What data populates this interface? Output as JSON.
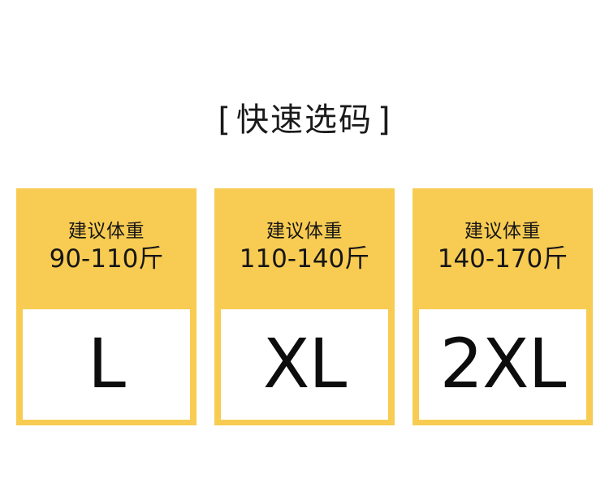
{
  "panel": {
    "title_open_bracket": "[",
    "title_text": "快速选码",
    "title_close_bracket": "]",
    "background_color": "#ffffff",
    "accent_color": "#f8cb52",
    "text_color": "#161616"
  },
  "cards": [
    {
      "weight_label": "建议体重",
      "weight_range": "90-110斤",
      "size": "L"
    },
    {
      "weight_label": "建议体重",
      "weight_range": "110-140斤",
      "size": "XL"
    },
    {
      "weight_label": "建议体重",
      "weight_range": "140-170斤",
      "size": "2XL"
    }
  ]
}
